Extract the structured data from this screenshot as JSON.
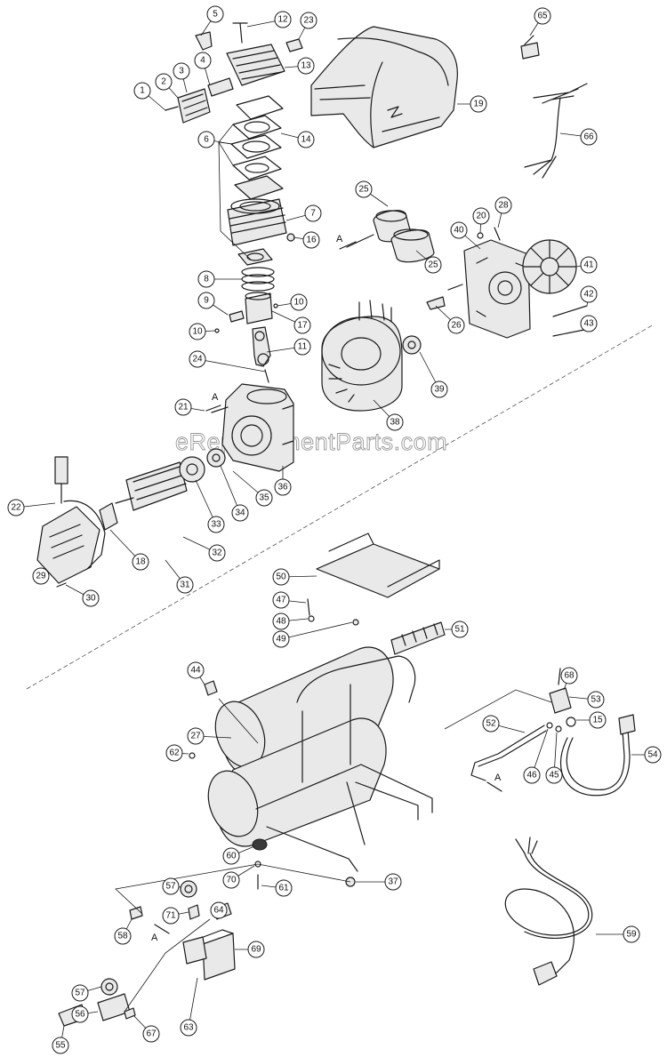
{
  "watermark": "eReplacementParts.com",
  "arrow_label": "A",
  "callouts": [
    {
      "n": "1"
    },
    {
      "n": "2"
    },
    {
      "n": "3"
    },
    {
      "n": "4"
    },
    {
      "n": "5"
    },
    {
      "n": "6"
    },
    {
      "n": "7"
    },
    {
      "n": "8"
    },
    {
      "n": "9"
    },
    {
      "n": "10"
    },
    {
      "n": "10"
    },
    {
      "n": "11"
    },
    {
      "n": "12"
    },
    {
      "n": "13"
    },
    {
      "n": "14"
    },
    {
      "n": "15"
    },
    {
      "n": "16"
    },
    {
      "n": "17"
    },
    {
      "n": "18"
    },
    {
      "n": "19"
    },
    {
      "n": "20"
    },
    {
      "n": "21"
    },
    {
      "n": "22"
    },
    {
      "n": "23"
    },
    {
      "n": "24"
    },
    {
      "n": "25"
    },
    {
      "n": "25"
    },
    {
      "n": "26"
    },
    {
      "n": "27"
    },
    {
      "n": "28"
    },
    {
      "n": "29"
    },
    {
      "n": "30"
    },
    {
      "n": "31"
    },
    {
      "n": "32"
    },
    {
      "n": "33"
    },
    {
      "n": "34"
    },
    {
      "n": "35"
    },
    {
      "n": "36"
    },
    {
      "n": "37"
    },
    {
      "n": "38"
    },
    {
      "n": "39"
    },
    {
      "n": "40"
    },
    {
      "n": "41"
    },
    {
      "n": "42"
    },
    {
      "n": "43"
    },
    {
      "n": "44"
    },
    {
      "n": "45"
    },
    {
      "n": "46"
    },
    {
      "n": "47"
    },
    {
      "n": "48"
    },
    {
      "n": "49"
    },
    {
      "n": "50"
    },
    {
      "n": "51"
    },
    {
      "n": "52"
    },
    {
      "n": "53"
    },
    {
      "n": "54"
    },
    {
      "n": "55"
    },
    {
      "n": "56"
    },
    {
      "n": "57"
    },
    {
      "n": "57"
    },
    {
      "n": "58"
    },
    {
      "n": "59"
    },
    {
      "n": "60"
    },
    {
      "n": "61"
    },
    {
      "n": "62"
    },
    {
      "n": "63"
    },
    {
      "n": "64"
    },
    {
      "n": "65"
    },
    {
      "n": "66"
    },
    {
      "n": "67"
    },
    {
      "n": "68"
    },
    {
      "n": "69"
    },
    {
      "n": "70"
    },
    {
      "n": "71"
    }
  ]
}
